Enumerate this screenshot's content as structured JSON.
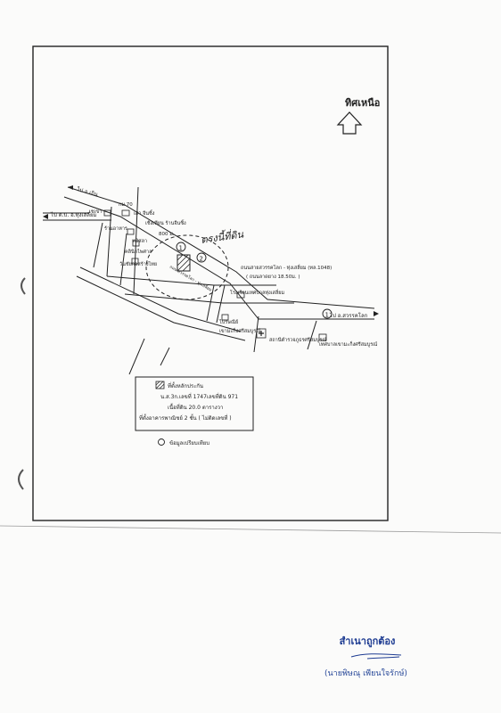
{
  "compass": {
    "label": "ทิศเหนือ",
    "icon": "north-arrow-icon"
  },
  "roads": {
    "to_chai": "ไป อ.เถิน",
    "to_sukhothai_top": "ไป ต.บ. อ.ทุ่งเสลี่ยม",
    "to_sukhothai_bottom": "ไป อ.สวรรคโลก",
    "main_highway": "ถนนสายสวรรคโลก - ทุ่งเสลี่ยม (ทล.1048)",
    "concrete_road": "( ถนนลาดยาง 18.50ม. )",
    "diagonal_road": "ถนน สวรรคโลก - ทุ่งเสลี่ยม"
  },
  "landmarks": {
    "km_marker": "กม.70",
    "shop_1": "เชเขา",
    "shop_2": "เสา จีนซิ้ง",
    "shop_3": "เชิงเทียน ร้านจีนซิ้ง",
    "shop_4": "ร้านอาหาร",
    "shop_5": "หมิสลา",
    "shop_6": "คลินิกไพศาล",
    "shop_7": "วันชัยก่อสร้างไทย",
    "school": "โรงเรียนเทศบาลทุ่งเสลี่ยม",
    "post_office": "ไปรษณีย์",
    "post_office_2": "เขามะก็งศรีสมบูรณ์",
    "hospital": "สถานีตำรวจภูธรศรีสมบูรณ์",
    "market": "เทศบาลเขามะก็งศรีสมบูรณ์",
    "distance": "800 ม."
  },
  "handwriting": {
    "site_note": "ตรงนี้ที่ดิน"
  },
  "markers": {
    "m1": "1",
    "m2": "2",
    "m3": "1"
  },
  "legend": {
    "line1": "ที่ตั้งหลักประกัน",
    "line2": "น.ส.3ก.เลขที่ 1747เลขที่ดิน 971",
    "line3": "เนื้อที่ดิน 20.0 ตารางวา",
    "line4": "ที่ตั้งอาคารพาณิชย์ 2 ชั้น  ( ไม่ติดเลขที่ )",
    "comparison": "ข้อมูลเปรียบเทียบ"
  },
  "certification": {
    "label": "สำเนาถูกต้อง",
    "signer": "(นายพิษณุ  เพียนใจรักษ์)"
  },
  "colors": {
    "ink": "#1a1a1a",
    "blue_ink": "#1e3c92"
  }
}
